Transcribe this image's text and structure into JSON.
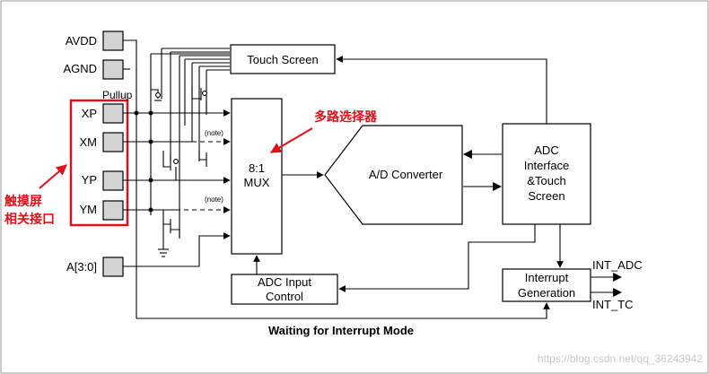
{
  "caption": "Waiting for Interrupt Mode",
  "watermark": "https://blog.csdn.net/qq_36243942",
  "pins": {
    "avdd": "AVDD",
    "agnd": "AGND",
    "xp": "XP",
    "xm": "XM",
    "yp": "YP",
    "ym": "YM",
    "addr": "A[3:0]"
  },
  "pullup_label": "Pullup",
  "note_label": "(note)",
  "blocks": {
    "touch_screen": "Touch Screen",
    "mux": [
      "8:1",
      "MUX"
    ],
    "adc_converter": "A/D Converter",
    "adc_interface": [
      "ADC",
      "Interface",
      "&Touch",
      "Screen"
    ],
    "adc_input_control": [
      "ADC Input",
      "Control"
    ],
    "interrupt_generation": [
      "Interrupt",
      "Generation"
    ]
  },
  "outputs": {
    "int_adc": "INT_ADC",
    "int_tc": "INT_TC"
  },
  "annotations": {
    "mux_cn": "多路选择器",
    "touch_cn": [
      "触摸屏",
      "相关接口"
    ]
  },
  "colors": {
    "line": "#000000",
    "block_fill": "#ffffff",
    "pin_fill": "#d4d4d4",
    "annotation": "#e0101a",
    "watermark": "#c8c8c8"
  }
}
